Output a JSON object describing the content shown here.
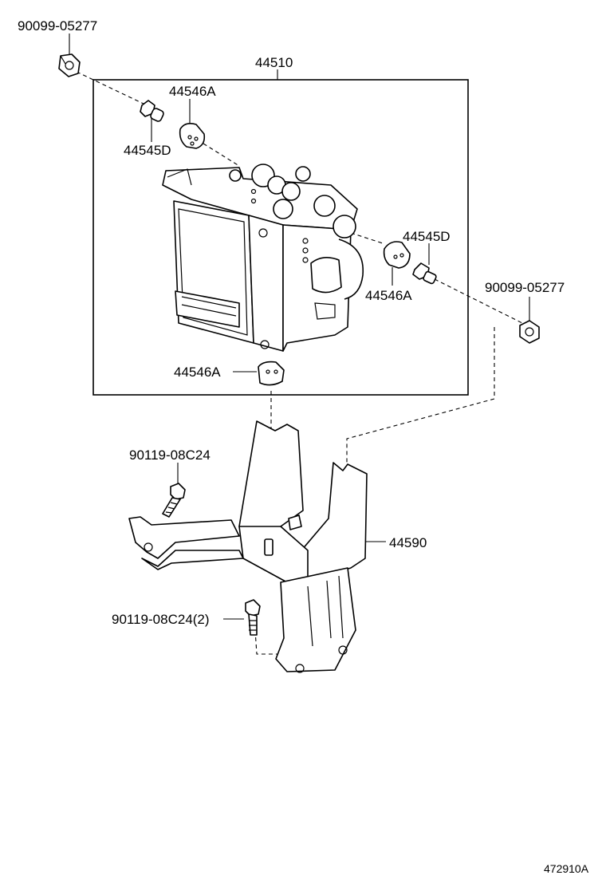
{
  "labels": {
    "nut_top_left": "90099-05277",
    "assembly": "44510",
    "cushion_top": "44546A",
    "bolt_top": "44545D",
    "bolt_right": "44545D",
    "cushion_right": "44546A",
    "nut_right": "90099-05277",
    "cushion_bottom": "44546A",
    "bracket_bolt": "90119-08C24",
    "bracket": "44590",
    "bracket_bolt_lower": "90119-08C24(2)",
    "diagram_code": "472910A"
  }
}
